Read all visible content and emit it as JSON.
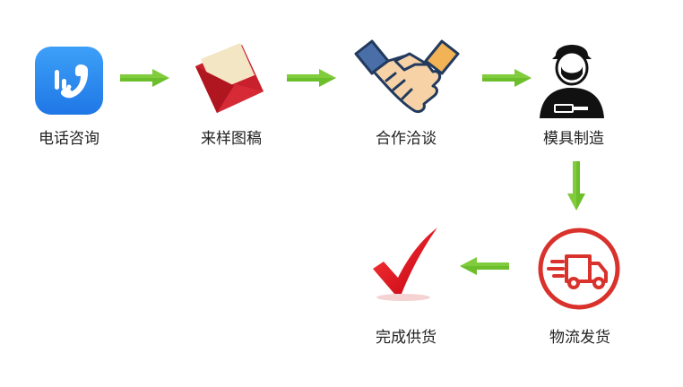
{
  "steps": [
    {
      "label": "电话咨询",
      "icon": "phone-icon"
    },
    {
      "label": "来样图稿",
      "icon": "envelope-icon"
    },
    {
      "label": "合作洽谈",
      "icon": "handshake-icon"
    },
    {
      "label": "模具制造",
      "icon": "worker-icon"
    },
    {
      "label": "物流发货",
      "icon": "delivery-truck-icon"
    },
    {
      "label": "完成供货",
      "icon": "checkmark-icon"
    }
  ],
  "colors": {
    "arrow_green": "#6cbf2a",
    "phone_blue": "#2f8ff0",
    "envelope_red": "#c8202c",
    "truck_red": "#d9312b",
    "check_red": "#e0121c"
  }
}
